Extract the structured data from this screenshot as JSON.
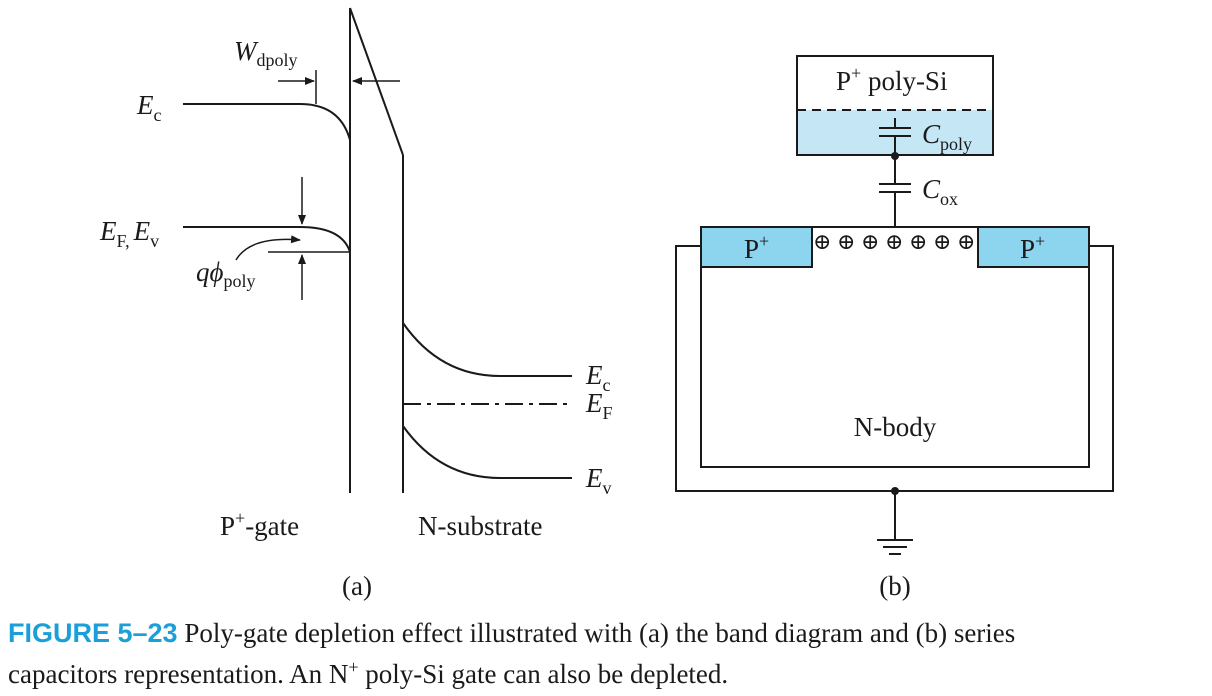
{
  "panel_a": {
    "wdpoly": {
      "main": "W",
      "sub": "dpoly"
    },
    "ec_left": {
      "main": "E",
      "sub": "c"
    },
    "ef_ev_left": {
      "main1": "E",
      "sub1": "F,",
      "main2": "E",
      "sub2": "v"
    },
    "qphi": {
      "main": "qϕ",
      "sub": "poly"
    },
    "ec_right": {
      "main": "E",
      "sub": "c"
    },
    "ef_right": {
      "main": "E",
      "sub": "F"
    },
    "ev_right": {
      "main": "E",
      "sub": "v"
    },
    "gate_label": {
      "prefix": "P",
      "sup": "+",
      "suffix": "-gate"
    },
    "substrate_label": "N-substrate",
    "panel_label": "(a)"
  },
  "panel_b": {
    "gate_box": {
      "prefix": "P",
      "sup": "+",
      "suffix": " poly-Si"
    },
    "cpoly": {
      "main": "C",
      "sub": "poly"
    },
    "cox": {
      "main": "C",
      "sub": "ox"
    },
    "source": {
      "main": "P",
      "sup": "+"
    },
    "drain": {
      "main": "P",
      "sup": "+"
    },
    "holes": [
      "⊕",
      "⊕",
      "⊕",
      "⊕",
      "⊕",
      "⊕",
      "⊕"
    ],
    "body_label": "N-body",
    "panel_label": "(b)"
  },
  "colors": {
    "fill_blue": "#c5e6f5",
    "pplus_blue": "#8dd4ef",
    "caption_blue": "#1a9fd8"
  },
  "caption": {
    "fig_num": "FIGURE 5–23",
    "line1": " Poly-gate depletion effect illustrated with (a) the band diagram and (b) series",
    "line2a": "capacitors representation. An N",
    "line2_sup": "+",
    "line2b": " poly-Si gate can also be depleted."
  }
}
